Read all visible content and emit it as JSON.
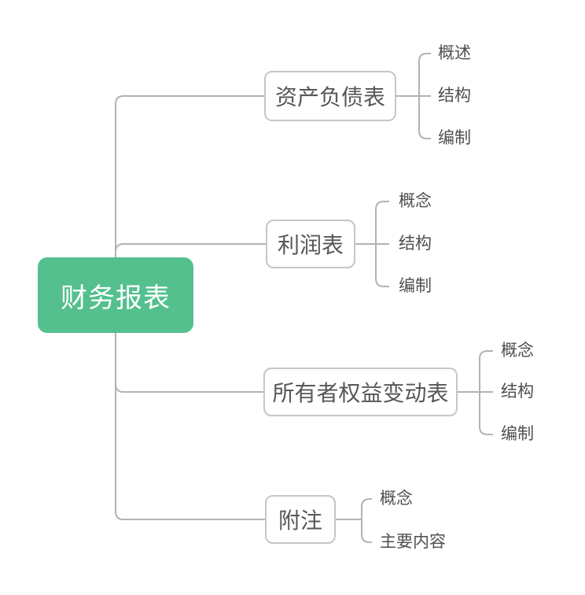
{
  "mindmap": {
    "root": {
      "label": "财务报表"
    },
    "branches": [
      {
        "label": "资产负债表",
        "children": [
          "概述",
          "结构",
          "编制"
        ]
      },
      {
        "label": "利润表",
        "children": [
          "概念",
          "结构",
          "编制"
        ]
      },
      {
        "label": "所有者权益变动表",
        "children": [
          "概念",
          "结构",
          "编制"
        ]
      },
      {
        "label": "附注",
        "children": [
          "概念",
          "主要内容"
        ]
      }
    ],
    "colors": {
      "root_bg": "#54c08d",
      "root_text": "#ffffff",
      "branch_border": "#c6c6c6",
      "branch_text": "#575757",
      "leaf_text": "#4f4f4f",
      "connector": "#b3b3b3",
      "background": "#ffffff"
    }
  }
}
